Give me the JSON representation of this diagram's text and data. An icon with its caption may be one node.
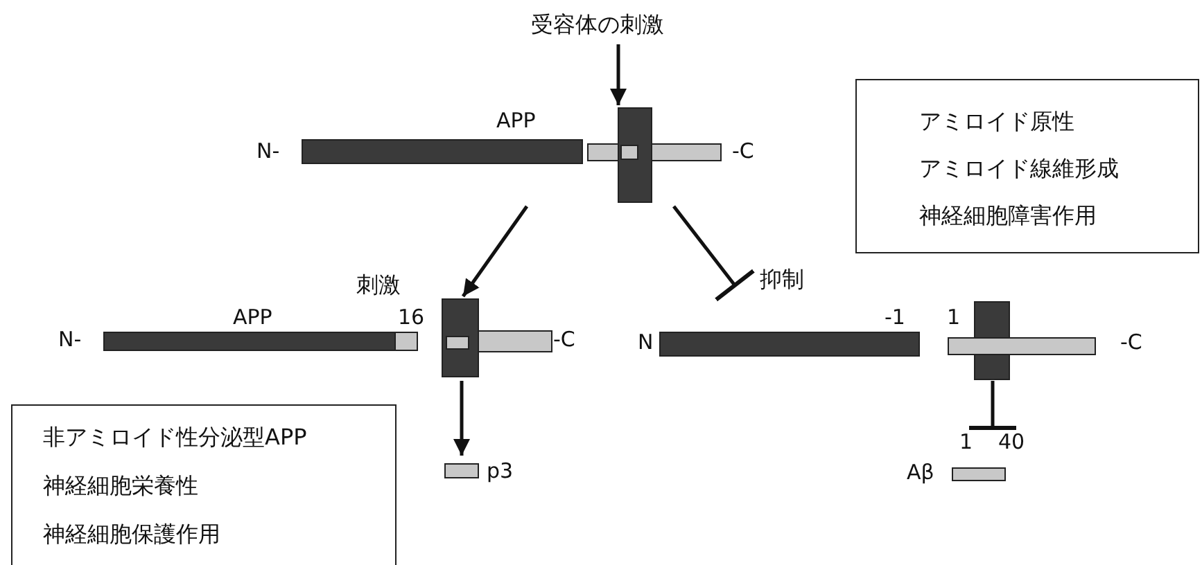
{
  "diagram": {
    "nodes": [
      {
        "text": [
          "APP"
        ],
        "beside": [
          "N-",
          "-C"
        ]
      },
      {
        "text": [
          "受容体の刺激"
        ]
      },
      {
        "text": [
          "APP",
          "16"
        ],
        "beside": [
          "N-",
          "-C"
        ]
      },
      {
        "text": [
          "-1",
          "1"
        ],
        "beside": [
          "N",
          "-C"
        ]
      },
      {
        "text": [
          "アミロイド原性",
          "アミロイド線維形成",
          "神経細胞障害作用"
        ]
      },
      {
        "text": [
          "非アミロイド性分泌型APP",
          "神経細胞栄養性",
          "神経細胞保護作用"
        ]
      },
      {
        "text": [],
        "shape": "bar",
        "beside": [
          "p3"
        ]
      },
      {
        "text": [
          "1",
          "40"
        ],
        "beside": [
          "Aβ"
        ]
      }
    ],
    "edges": [
      {
        "from": 1,
        "to": 0,
        "arrow": "to"
      },
      {
        "from": 0,
        "to": 2,
        "arrow": "to"
      },
      {
        "from": 0,
        "to": 3,
        "arrow": "other",
        "label": "抑制"
      },
      {
        "from": 2,
        "to": 6,
        "arrow": "to"
      },
      {
        "from": 3,
        "to": 7,
        "arrow": "other"
      }
    ],
    "labels": [
      "刺激"
    ]
  }
}
